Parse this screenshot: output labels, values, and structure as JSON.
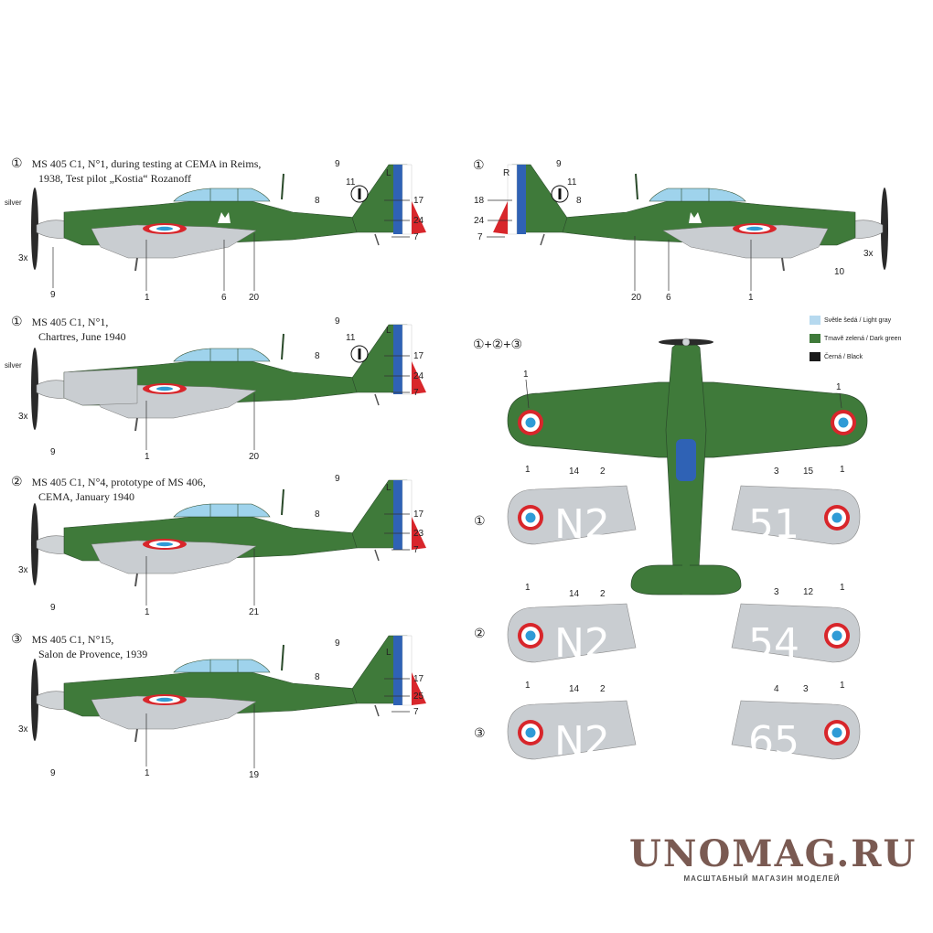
{
  "colors": {
    "dark_green": "#3f7a3a",
    "light_gray": "#c9cdd1",
    "black": "#1a1a1a",
    "french_blue": "#2f62b5",
    "french_red": "#d8262b",
    "cockpit_blue": "#9fd3ec"
  },
  "profiles": [
    {
      "num": "①",
      "line1": "MS 405 C1, N°1, during testing at CEMA in Reims,",
      "line2": "1938, Test pilot „Kostia“ Rozanoff",
      "labels": {
        "silver": "silver",
        "three_x": "3x",
        "p9": "9",
        "p1": "1",
        "p6": "6",
        "p20": "20",
        "t9": "9",
        "t11": "11",
        "t8": "8",
        "L": "L",
        "r17": "17",
        "r24": "24",
        "r7": "7"
      }
    },
    {
      "num": "①",
      "line1": "MS 405 C1, N°1,",
      "line2": "Chartres, June 1940",
      "labels": {
        "silver": "silver",
        "three_x": "3x",
        "p9": "9",
        "p1": "1",
        "p20": "20",
        "t9": "9",
        "t11": "11",
        "t8": "8",
        "L": "L",
        "r17": "17",
        "r24": "24",
        "r7": "7"
      }
    },
    {
      "num": "②",
      "line1": "MS 405 C1, N°4, prototype of MS 406,",
      "line2": "CEMA, January 1940",
      "labels": {
        "three_x": "3x",
        "p9": "9",
        "p1": "1",
        "p21": "21",
        "t9": "9",
        "t8": "8",
        "L": "L",
        "r17": "17",
        "r23": "23",
        "r7": "7"
      }
    },
    {
      "num": "③",
      "line1": "MS 405 C1, N°15,",
      "line2": "Salon de Provence, 1939",
      "labels": {
        "three_x": "3x",
        "p9": "9",
        "p1": "1",
        "p19": "19",
        "t9": "9",
        "t8": "8",
        "L": "L",
        "r17": "17",
        "r25": "25",
        "r7": "7"
      }
    }
  ],
  "right_profile": {
    "num": "①",
    "labels": {
      "t9": "9",
      "R": "R",
      "t11": "11",
      "t8": "8",
      "l18": "18",
      "l24": "24",
      "l7": "7",
      "p20": "20",
      "p6": "6",
      "p1": "1",
      "three_x": "3x",
      "p10": "10"
    }
  },
  "plan_view": {
    "title": "①+②+③",
    "wing_l": "1",
    "wing_r": "1"
  },
  "legend": [
    {
      "color": "#b6d9ef",
      "text": "Světle šedá / Light gray"
    },
    {
      "color": "#3f7a3a",
      "text": "Tmavě zelená / Dark green"
    },
    {
      "color": "#1a1a1a",
      "text": "Černá / Black"
    }
  ],
  "wing_rows": [
    {
      "num": "①",
      "left_code": "N2",
      "right_code": "51",
      "left_labels": [
        "1",
        "14",
        "2"
      ],
      "right_labels": [
        "3",
        "15",
        "1"
      ]
    },
    {
      "num": "②",
      "left_code": "N2",
      "right_code": "54",
      "left_labels": [
        "1",
        "14",
        "2"
      ],
      "right_labels": [
        "3",
        "12",
        "1"
      ]
    },
    {
      "num": "③",
      "left_code": "N2",
      "right_code": "65",
      "left_labels": [
        "1",
        "14",
        "2"
      ],
      "right_labels": [
        "4",
        "3",
        "1"
      ]
    }
  ],
  "watermark": {
    "main": "UNOMAG.RU",
    "sub": "МАСШТАБНЫЙ МАГАЗИН МОДЕЛЕЙ"
  }
}
